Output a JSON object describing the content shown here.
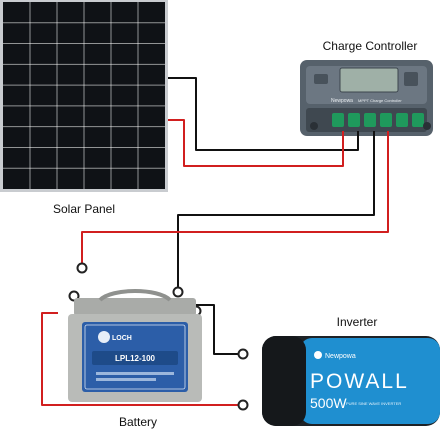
{
  "labels": {
    "solar_panel": "Solar Panel",
    "charge_controller": "Charge Controller",
    "inverter": "Inverter",
    "battery": "Battery"
  },
  "controller_text": {
    "brand": "Newpowa",
    "model": "MPPT Charge Controller"
  },
  "battery_text": {
    "brand": "LOCH",
    "model": "LPL12-100"
  },
  "inverter_text": {
    "brand": "Newpowa",
    "product": "POWALL",
    "rating": "500W",
    "subline": "PURE SINE WAVE INVERTER"
  },
  "wire_colors": {
    "positive": "#d11f1f",
    "negative": "#111111"
  },
  "colors": {
    "panel_cell": "#0f1216",
    "panel_frame": "#c9ccd0",
    "controller_body": "#56616b",
    "controller_screen": "#9fb0a7",
    "battery_case": "#b9bbb8",
    "battery_label": "#2c5ea8",
    "inverter_body": "#1e2226",
    "inverter_face": "#1f8fd0"
  }
}
